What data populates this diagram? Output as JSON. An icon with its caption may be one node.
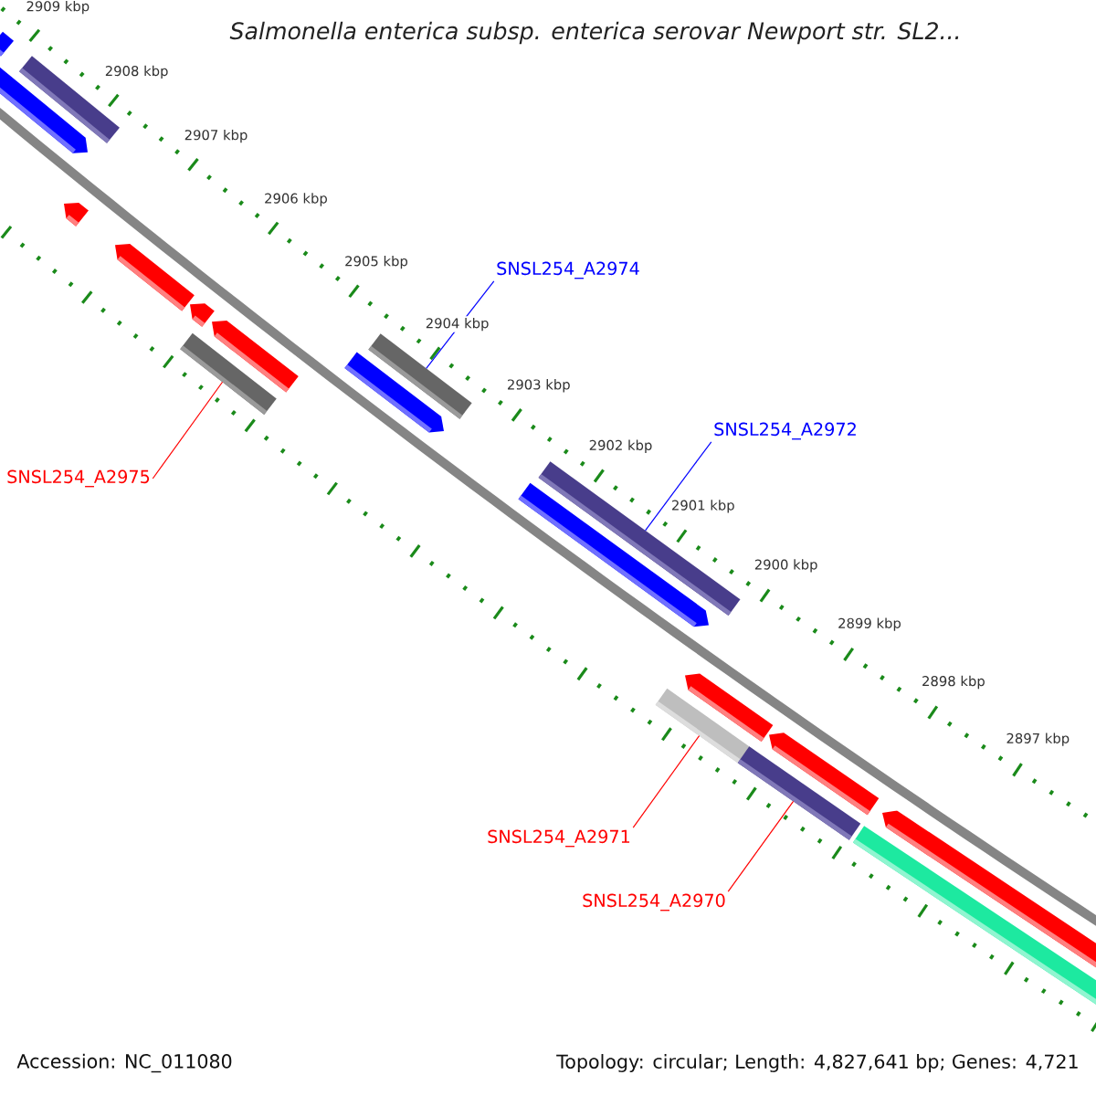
{
  "diagram": {
    "title": "Salmonella enterica subsp. enterica serovar Newport str. SL2...",
    "nodes": [
      {
        "text": [
          "SNSL254_A2974"
        ]
      },
      {
        "text": [],
        "shape": "bar"
      },
      {
        "text": [
          "SNSL254_A2975"
        ]
      },
      {
        "text": [],
        "shape": "bar"
      },
      {
        "text": [
          "SNSL254_A2972"
        ]
      },
      {
        "text": [],
        "shape": "bar"
      },
      {
        "text": [
          "SNSL254_A2971"
        ]
      },
      {
        "text": [],
        "shape": "bar"
      },
      {
        "text": [
          "SNSL254_A2970"
        ]
      },
      {
        "text": [],
        "shape": "bar"
      }
    ],
    "edges": [
      {
        "from": 0,
        "to": 1,
        "arrow": "none",
        "color": "#0000ff"
      },
      {
        "from": 2,
        "to": 3,
        "arrow": "none"
      },
      {
        "from": 4,
        "to": 5,
        "arrow": "none",
        "color": "#0000ff"
      },
      {
        "from": 6,
        "to": 7,
        "arrow": "none"
      },
      {
        "from": 8,
        "to": 9,
        "arrow": "none"
      }
    ],
    "labels": [
      "2909 kbp",
      "2908 kbp",
      "2907 kbp",
      "2906 kbp",
      "2905 kbp",
      "2904 kbp",
      "2903 kbp",
      "2902 kbp",
      "2901 kbp",
      "2900 kbp",
      "2899 kbp",
      "2898 kbp",
      "2897 kbp",
      "Accession: NC_011080",
      "Topology: circular; Length: 4,827,641 bp; Genes: 4,721"
    ]
  }
}
